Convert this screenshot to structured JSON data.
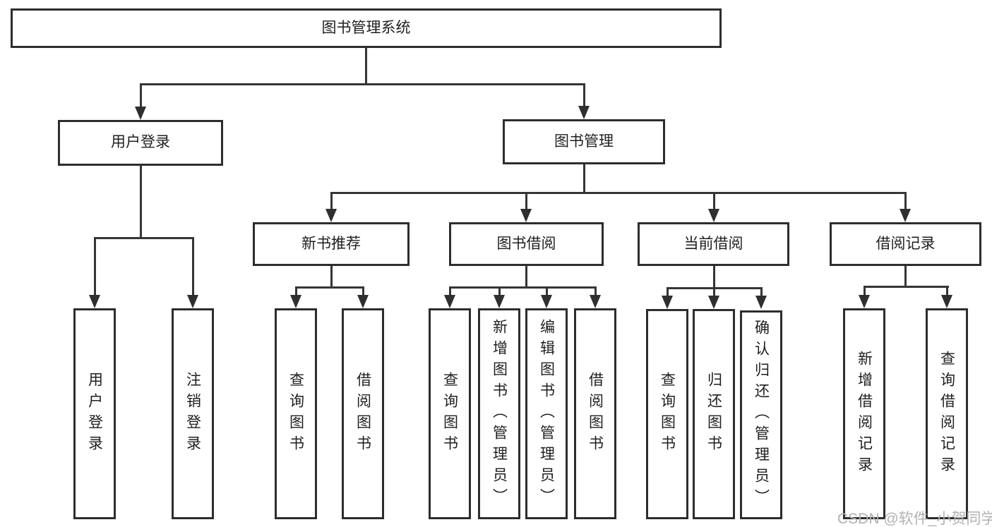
{
  "diagram": {
    "type": "hierarchy-tree",
    "colors": {
      "background": "#ffffff",
      "box_border": "#2d2d2d",
      "connector_line": "#353535",
      "text": "#1f1f1f",
      "watermark": "#b2b2b2"
    },
    "watermark": {
      "text": "CSDN @软件_小贺同学"
    },
    "nodes": {
      "root": {
        "label": "图书管理系统"
      },
      "user_login": {
        "label": "用户登录"
      },
      "book_management": {
        "label": "图书管理"
      },
      "new_book_recommend": {
        "label": "新书推荐"
      },
      "book_borrowing": {
        "label": "图书借阅"
      },
      "current_borrowing": {
        "label": "当前借阅"
      },
      "borrowing_records": {
        "label": "借阅记录"
      },
      "leaf_user_login": {
        "label": "用户登录"
      },
      "leaf_logout": {
        "label": "注销登录"
      },
      "leaf_query_books_a": {
        "label": "查询图书"
      },
      "leaf_borrow_books_a": {
        "label": "借阅图书"
      },
      "leaf_query_books_b": {
        "label": "查询图书"
      },
      "leaf_add_books_admin": {
        "label": "新增图书（管理员）"
      },
      "leaf_edit_books_admin": {
        "label": "编辑图书（管理员）"
      },
      "leaf_borrow_books_b": {
        "label": "借阅图书"
      },
      "leaf_query_books_c": {
        "label": "查询图书"
      },
      "leaf_return_books": {
        "label": "归还图书"
      },
      "leaf_confirm_return_admin": {
        "label": "确认归还（管理员）"
      },
      "leaf_add_borrow_record": {
        "label": "新增借阅记录"
      },
      "leaf_query_borrow_record": {
        "label": "查询借阅记录"
      }
    },
    "edges": [
      [
        "root",
        "user_login"
      ],
      [
        "root",
        "book_management"
      ],
      [
        "user_login",
        "leaf_user_login"
      ],
      [
        "user_login",
        "leaf_logout"
      ],
      [
        "book_management",
        "new_book_recommend"
      ],
      [
        "book_management",
        "book_borrowing"
      ],
      [
        "book_management",
        "current_borrowing"
      ],
      [
        "book_management",
        "borrowing_records"
      ],
      [
        "new_book_recommend",
        "leaf_query_books_a"
      ],
      [
        "new_book_recommend",
        "leaf_borrow_books_a"
      ],
      [
        "book_borrowing",
        "leaf_query_books_b"
      ],
      [
        "book_borrowing",
        "leaf_add_books_admin"
      ],
      [
        "book_borrowing",
        "leaf_edit_books_admin"
      ],
      [
        "book_borrowing",
        "leaf_borrow_books_b"
      ],
      [
        "current_borrowing",
        "leaf_query_books_c"
      ],
      [
        "current_borrowing",
        "leaf_return_books"
      ],
      [
        "current_borrowing",
        "leaf_confirm_return_admin"
      ],
      [
        "borrowing_records",
        "leaf_add_borrow_record"
      ],
      [
        "borrowing_records",
        "leaf_query_borrow_record"
      ]
    ]
  }
}
